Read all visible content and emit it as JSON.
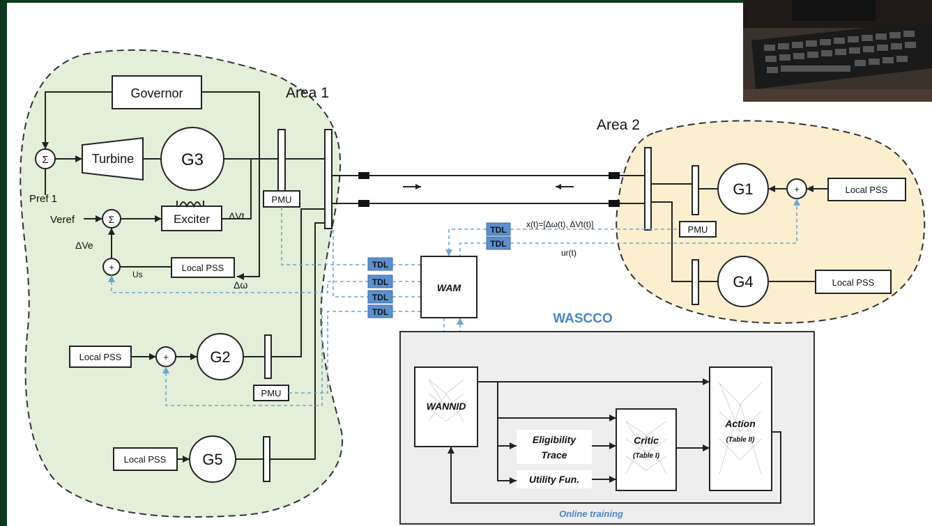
{
  "diagram": {
    "area1": {
      "label": "Area 1"
    },
    "area2": {
      "label": "Area 2"
    },
    "governor": "Governor",
    "turbine": "Turbine",
    "exciter": "Exciter",
    "sigma": "Σ",
    "plus": "+",
    "pref": "Pref 1",
    "veref": "Veref",
    "delta_ve": "ΔVe",
    "delta_vt": "ΔVt",
    "us": "Us",
    "delta_omega": "Δω",
    "local_pss": "Local PSS",
    "pmu": "PMU",
    "tdl": "TDL",
    "wam": "WAM",
    "wascco": "WASCCO",
    "wannid": "WANNID",
    "eligibility_line1": "Eligibility",
    "eligibility_line2": "Trace",
    "utility": "Utility Fun.",
    "critic": "Critic",
    "critic_table": "(Table I)",
    "action": "Action",
    "action_table": "(Table II)",
    "online_training": "Online training",
    "state_vector": "x(t)=[Δω(t), ΔVt(t)]",
    "ur": "ur(t)",
    "generators": {
      "g1": "G1",
      "g2": "G2",
      "g3": "G3",
      "g4": "G4",
      "g5": "G5"
    }
  },
  "colors": {
    "slide_background": "#0c3a1c",
    "area1_fill": "#e3efd8",
    "area2_fill": "#fbefcf",
    "tdl_fill": "#5b8fcf",
    "signal_dashed": "#6aa6d6",
    "wascco_title": "#4a86c6"
  }
}
